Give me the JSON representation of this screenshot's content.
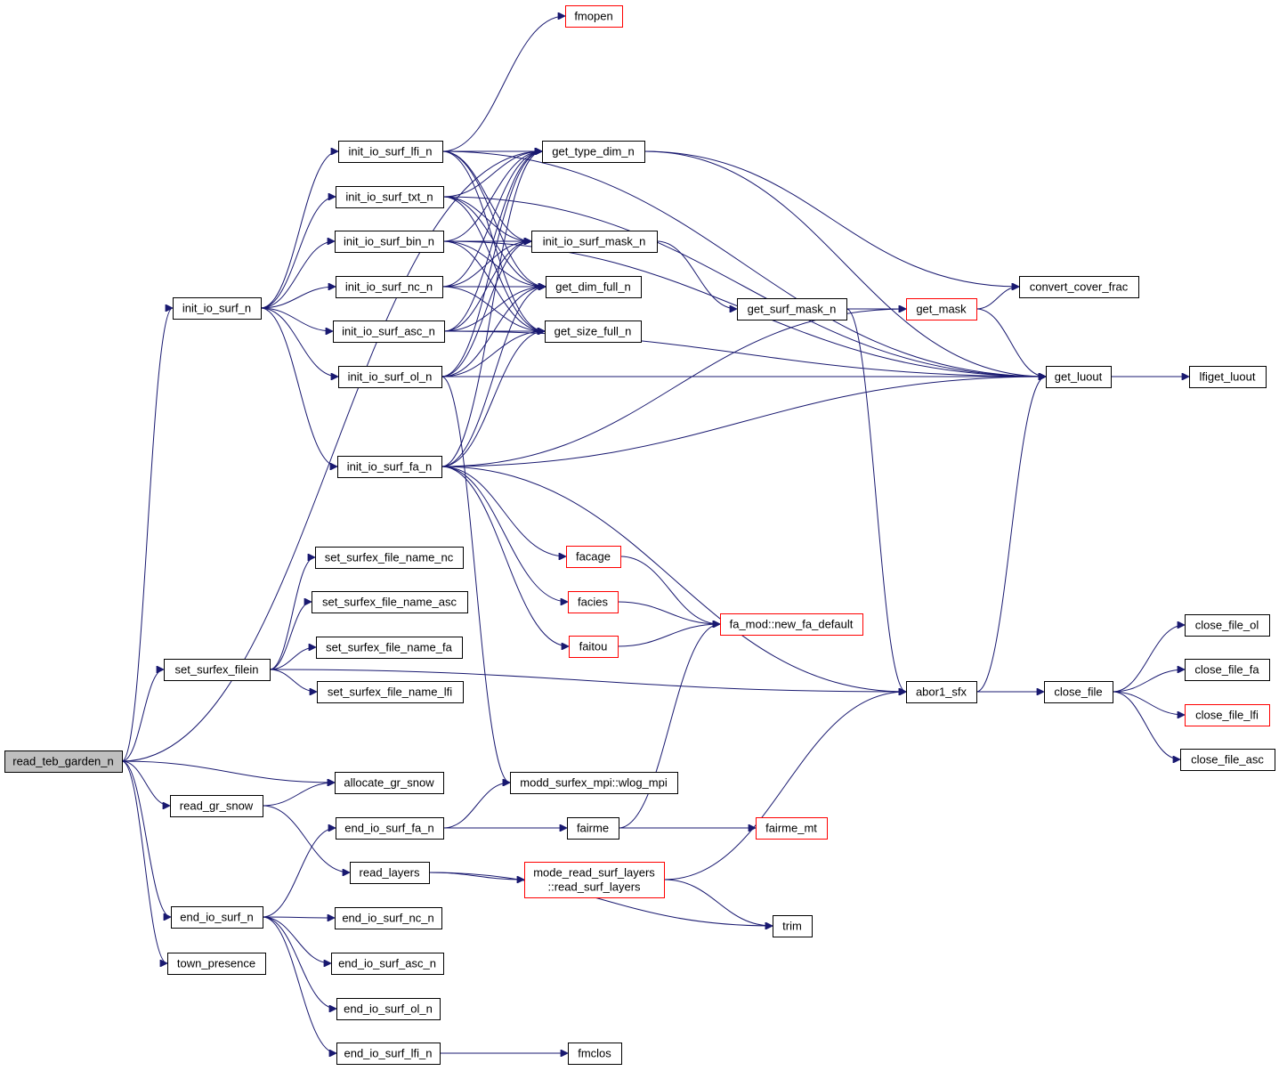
{
  "diagram": {
    "type": "call-graph",
    "colors": {
      "edge": "#191970",
      "external_border": "#ff0000",
      "root_fill": "#bfbfbf",
      "node_border": "#000000"
    },
    "nodes": [
      {
        "id": "read_teb_garden_n",
        "label": "read_teb_garden_n",
        "kind": "root"
      },
      {
        "id": "init_io_surf_n",
        "label": "init_io_surf_n"
      },
      {
        "id": "set_surfex_filein",
        "label": "set_surfex_filein"
      },
      {
        "id": "allocate_gr_snow",
        "label": "allocate_gr_snow"
      },
      {
        "id": "read_gr_snow",
        "label": "read_gr_snow"
      },
      {
        "id": "end_io_surf_n",
        "label": "end_io_surf_n"
      },
      {
        "id": "town_presence",
        "label": "town_presence"
      },
      {
        "id": "init_io_surf_lfi_n",
        "label": "init_io_surf_lfi_n"
      },
      {
        "id": "init_io_surf_txt_n",
        "label": "init_io_surf_txt_n"
      },
      {
        "id": "init_io_surf_bin_n",
        "label": "init_io_surf_bin_n"
      },
      {
        "id": "init_io_surf_nc_n",
        "label": "init_io_surf_nc_n"
      },
      {
        "id": "init_io_surf_asc_n",
        "label": "init_io_surf_asc_n"
      },
      {
        "id": "init_io_surf_ol_n",
        "label": "init_io_surf_ol_n"
      },
      {
        "id": "init_io_surf_fa_n",
        "label": "init_io_surf_fa_n"
      },
      {
        "id": "set_surfex_file_name_nc",
        "label": "set_surfex_file_name_nc"
      },
      {
        "id": "set_surfex_file_name_asc",
        "label": "set_surfex_file_name_asc"
      },
      {
        "id": "set_surfex_file_name_fa",
        "label": "set_surfex_file_name_fa"
      },
      {
        "id": "set_surfex_file_name_lfi",
        "label": "set_surfex_file_name_lfi"
      },
      {
        "id": "end_io_surf_fa_n",
        "label": "end_io_surf_fa_n"
      },
      {
        "id": "read_layers",
        "label": "read_layers"
      },
      {
        "id": "end_io_surf_nc_n",
        "label": "end_io_surf_nc_n"
      },
      {
        "id": "end_io_surf_asc_n",
        "label": "end_io_surf_asc_n"
      },
      {
        "id": "end_io_surf_ol_n",
        "label": "end_io_surf_ol_n"
      },
      {
        "id": "end_io_surf_lfi_n",
        "label": "end_io_surf_lfi_n"
      },
      {
        "id": "fmopen",
        "label": "fmopen",
        "kind": "external"
      },
      {
        "id": "get_type_dim_n",
        "label": "get_type_dim_n"
      },
      {
        "id": "init_io_surf_mask_n",
        "label": "init_io_surf_mask_n"
      },
      {
        "id": "get_dim_full_n",
        "label": "get_dim_full_n"
      },
      {
        "id": "get_size_full_n",
        "label": "get_size_full_n"
      },
      {
        "id": "facage",
        "label": "facage",
        "kind": "external"
      },
      {
        "id": "facies",
        "label": "facies",
        "kind": "external"
      },
      {
        "id": "faitou",
        "label": "faitou",
        "kind": "external"
      },
      {
        "id": "modd_surfex_mpi_wlog_mpi",
        "label": "modd_surfex_mpi::wlog_mpi"
      },
      {
        "id": "fairme",
        "label": "fairme"
      },
      {
        "id": "mode_read_surf_layers",
        "label": "mode_read_surf_layers",
        "label2": "::read_surf_layers",
        "kind": "external"
      },
      {
        "id": "fmclos",
        "label": "fmclos"
      },
      {
        "id": "get_surf_mask_n",
        "label": "get_surf_mask_n"
      },
      {
        "id": "fa_mod_new_fa_default",
        "label": "fa_mod::new_fa_default",
        "kind": "external"
      },
      {
        "id": "fairme_mt",
        "label": "fairme_mt",
        "kind": "external"
      },
      {
        "id": "trim",
        "label": "trim"
      },
      {
        "id": "get_mask",
        "label": "get_mask",
        "kind": "external"
      },
      {
        "id": "abor1_sfx",
        "label": "abor1_sfx"
      },
      {
        "id": "convert_cover_frac",
        "label": "convert_cover_frac"
      },
      {
        "id": "get_luout",
        "label": "get_luout"
      },
      {
        "id": "close_file",
        "label": "close_file"
      },
      {
        "id": "lfiget_luout",
        "label": "lfiget_luout"
      },
      {
        "id": "close_file_ol",
        "label": "close_file_ol"
      },
      {
        "id": "close_file_fa",
        "label": "close_file_fa"
      },
      {
        "id": "close_file_lfi",
        "label": "close_file_lfi",
        "kind": "external"
      },
      {
        "id": "close_file_asc",
        "label": "close_file_asc"
      }
    ],
    "edges": [
      [
        "read_teb_garden_n",
        "init_io_surf_n"
      ],
      [
        "read_teb_garden_n",
        "get_type_dim_n"
      ],
      [
        "read_teb_garden_n",
        "set_surfex_filein"
      ],
      [
        "read_teb_garden_n",
        "allocate_gr_snow"
      ],
      [
        "read_teb_garden_n",
        "read_gr_snow"
      ],
      [
        "read_teb_garden_n",
        "end_io_surf_n"
      ],
      [
        "read_teb_garden_n",
        "town_presence"
      ],
      [
        "init_io_surf_n",
        "init_io_surf_lfi_n"
      ],
      [
        "init_io_surf_n",
        "init_io_surf_txt_n"
      ],
      [
        "init_io_surf_n",
        "init_io_surf_bin_n"
      ],
      [
        "init_io_surf_n",
        "init_io_surf_nc_n"
      ],
      [
        "init_io_surf_n",
        "init_io_surf_asc_n"
      ],
      [
        "init_io_surf_n",
        "init_io_surf_ol_n"
      ],
      [
        "init_io_surf_n",
        "init_io_surf_fa_n"
      ],
      [
        "init_io_surf_lfi_n",
        "fmopen"
      ],
      [
        "init_io_surf_lfi_n",
        "get_type_dim_n"
      ],
      [
        "init_io_surf_lfi_n",
        "init_io_surf_mask_n"
      ],
      [
        "init_io_surf_lfi_n",
        "get_dim_full_n"
      ],
      [
        "init_io_surf_lfi_n",
        "get_size_full_n"
      ],
      [
        "init_io_surf_lfi_n",
        "get_luout"
      ],
      [
        "init_io_surf_txt_n",
        "get_type_dim_n"
      ],
      [
        "init_io_surf_txt_n",
        "init_io_surf_mask_n"
      ],
      [
        "init_io_surf_txt_n",
        "get_dim_full_n"
      ],
      [
        "init_io_surf_txt_n",
        "get_size_full_n"
      ],
      [
        "init_io_surf_txt_n",
        "get_luout"
      ],
      [
        "init_io_surf_bin_n",
        "get_type_dim_n"
      ],
      [
        "init_io_surf_bin_n",
        "init_io_surf_mask_n"
      ],
      [
        "init_io_surf_bin_n",
        "get_dim_full_n"
      ],
      [
        "init_io_surf_bin_n",
        "get_size_full_n"
      ],
      [
        "init_io_surf_bin_n",
        "get_luout"
      ],
      [
        "init_io_surf_nc_n",
        "get_type_dim_n"
      ],
      [
        "init_io_surf_nc_n",
        "init_io_surf_mask_n"
      ],
      [
        "init_io_surf_nc_n",
        "get_dim_full_n"
      ],
      [
        "init_io_surf_nc_n",
        "get_size_full_n"
      ],
      [
        "init_io_surf_asc_n",
        "get_type_dim_n"
      ],
      [
        "init_io_surf_asc_n",
        "init_io_surf_mask_n"
      ],
      [
        "init_io_surf_asc_n",
        "get_dim_full_n"
      ],
      [
        "init_io_surf_asc_n",
        "get_size_full_n"
      ],
      [
        "init_io_surf_asc_n",
        "get_luout"
      ],
      [
        "init_io_surf_ol_n",
        "get_type_dim_n"
      ],
      [
        "init_io_surf_ol_n",
        "init_io_surf_mask_n"
      ],
      [
        "init_io_surf_ol_n",
        "get_dim_full_n"
      ],
      [
        "init_io_surf_ol_n",
        "get_size_full_n"
      ],
      [
        "init_io_surf_ol_n",
        "get_luout"
      ],
      [
        "init_io_surf_ol_n",
        "modd_surfex_mpi_wlog_mpi"
      ],
      [
        "init_io_surf_fa_n",
        "get_type_dim_n"
      ],
      [
        "init_io_surf_fa_n",
        "get_dim_full_n"
      ],
      [
        "init_io_surf_fa_n",
        "get_size_full_n"
      ],
      [
        "init_io_surf_fa_n",
        "get_mask"
      ],
      [
        "init_io_surf_fa_n",
        "get_luout"
      ],
      [
        "init_io_surf_fa_n",
        "facage"
      ],
      [
        "init_io_surf_fa_n",
        "facies"
      ],
      [
        "init_io_surf_fa_n",
        "faitou"
      ],
      [
        "init_io_surf_fa_n",
        "abor1_sfx"
      ],
      [
        "set_surfex_filein",
        "set_surfex_file_name_nc"
      ],
      [
        "set_surfex_filein",
        "set_surfex_file_name_asc"
      ],
      [
        "set_surfex_filein",
        "set_surfex_file_name_fa"
      ],
      [
        "set_surfex_filein",
        "set_surfex_file_name_lfi"
      ],
      [
        "set_surfex_filein",
        "abor1_sfx"
      ],
      [
        "read_gr_snow",
        "allocate_gr_snow"
      ],
      [
        "read_gr_snow",
        "read_layers"
      ],
      [
        "end_io_surf_n",
        "end_io_surf_fa_n"
      ],
      [
        "end_io_surf_n",
        "end_io_surf_nc_n"
      ],
      [
        "end_io_surf_n",
        "end_io_surf_asc_n"
      ],
      [
        "end_io_surf_n",
        "end_io_surf_ol_n"
      ],
      [
        "end_io_surf_n",
        "end_io_surf_lfi_n"
      ],
      [
        "end_io_surf_fa_n",
        "modd_surfex_mpi_wlog_mpi"
      ],
      [
        "end_io_surf_fa_n",
        "fairme"
      ],
      [
        "read_layers",
        "mode_read_surf_layers"
      ],
      [
        "read_layers",
        "trim"
      ],
      [
        "end_io_surf_lfi_n",
        "fmclos"
      ],
      [
        "get_type_dim_n",
        "convert_cover_frac"
      ],
      [
        "get_type_dim_n",
        "get_luout"
      ],
      [
        "init_io_surf_mask_n",
        "get_surf_mask_n"
      ],
      [
        "facage",
        "fa_mod_new_fa_default"
      ],
      [
        "facies",
        "fa_mod_new_fa_default"
      ],
      [
        "faitou",
        "fa_mod_new_fa_default"
      ],
      [
        "fairme",
        "fa_mod_new_fa_default"
      ],
      [
        "fairme",
        "fairme_mt"
      ],
      [
        "mode_read_surf_layers",
        "abor1_sfx"
      ],
      [
        "mode_read_surf_layers",
        "trim"
      ],
      [
        "get_surf_mask_n",
        "get_mask"
      ],
      [
        "get_surf_mask_n",
        "abor1_sfx"
      ],
      [
        "get_mask",
        "convert_cover_frac"
      ],
      [
        "get_mask",
        "get_luout"
      ],
      [
        "abor1_sfx",
        "get_luout"
      ],
      [
        "abor1_sfx",
        "close_file"
      ],
      [
        "get_luout",
        "lfiget_luout"
      ],
      [
        "close_file",
        "close_file_ol"
      ],
      [
        "close_file",
        "close_file_fa"
      ],
      [
        "close_file",
        "close_file_lfi"
      ],
      [
        "close_file",
        "close_file_asc"
      ]
    ]
  }
}
